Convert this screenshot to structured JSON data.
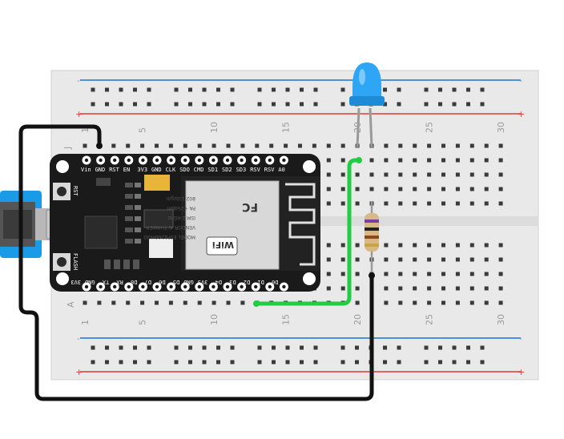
{
  "colors": {
    "breadboard": "#e9e9e9",
    "breadboard_shadow": "#d6d6d6",
    "hole": "#3a3a3a",
    "rail_red": "#e53935",
    "rail_blue": "#1e73d2",
    "board": "#1a1a1a",
    "wire_black": "#111111",
    "wire_green": "#22cc44",
    "led": "#2ea6f5",
    "usb_cable": "#1a9be8",
    "resistor": "#d8b884"
  },
  "breadboard": {
    "column_numbers": [
      "1",
      "5",
      "10",
      "15",
      "20",
      "25",
      "30"
    ],
    "row_letter_top": "J",
    "row_letter_bottom": "A",
    "rail_plus": "+",
    "rail_minus": "-"
  },
  "board": {
    "top_pins": [
      "Vin",
      "GND",
      "RST",
      "EN",
      "3V3",
      "GND",
      "CLK",
      "SDO",
      "CMD",
      "SD1",
      "SD2",
      "SD3",
      "RSV",
      "RSV",
      "A0"
    ],
    "bottom_pins": [
      "3V3",
      "GND",
      "TX",
      "RX",
      "D8",
      "D7",
      "D6",
      "D5",
      "GND",
      "3V3",
      "D4",
      "D3",
      "D2",
      "D1",
      "D0"
    ],
    "module_lines": [
      "MODEL ESP8266MOD",
      "VENDOR AI-THINKER",
      "ISM 2.4GHz",
      "PA +25dBm",
      "802.11b/g/n"
    ],
    "wifi_logo": "WiFi",
    "fcc_logo": "FC",
    "reset_label": "RST",
    "flash_label": "FLASH"
  },
  "components": [
    {
      "kind": "led",
      "color": "blue"
    },
    {
      "kind": "resistor"
    },
    {
      "kind": "wire",
      "color": "green"
    },
    {
      "kind": "wire",
      "color": "black"
    },
    {
      "kind": "usb-cable"
    }
  ]
}
